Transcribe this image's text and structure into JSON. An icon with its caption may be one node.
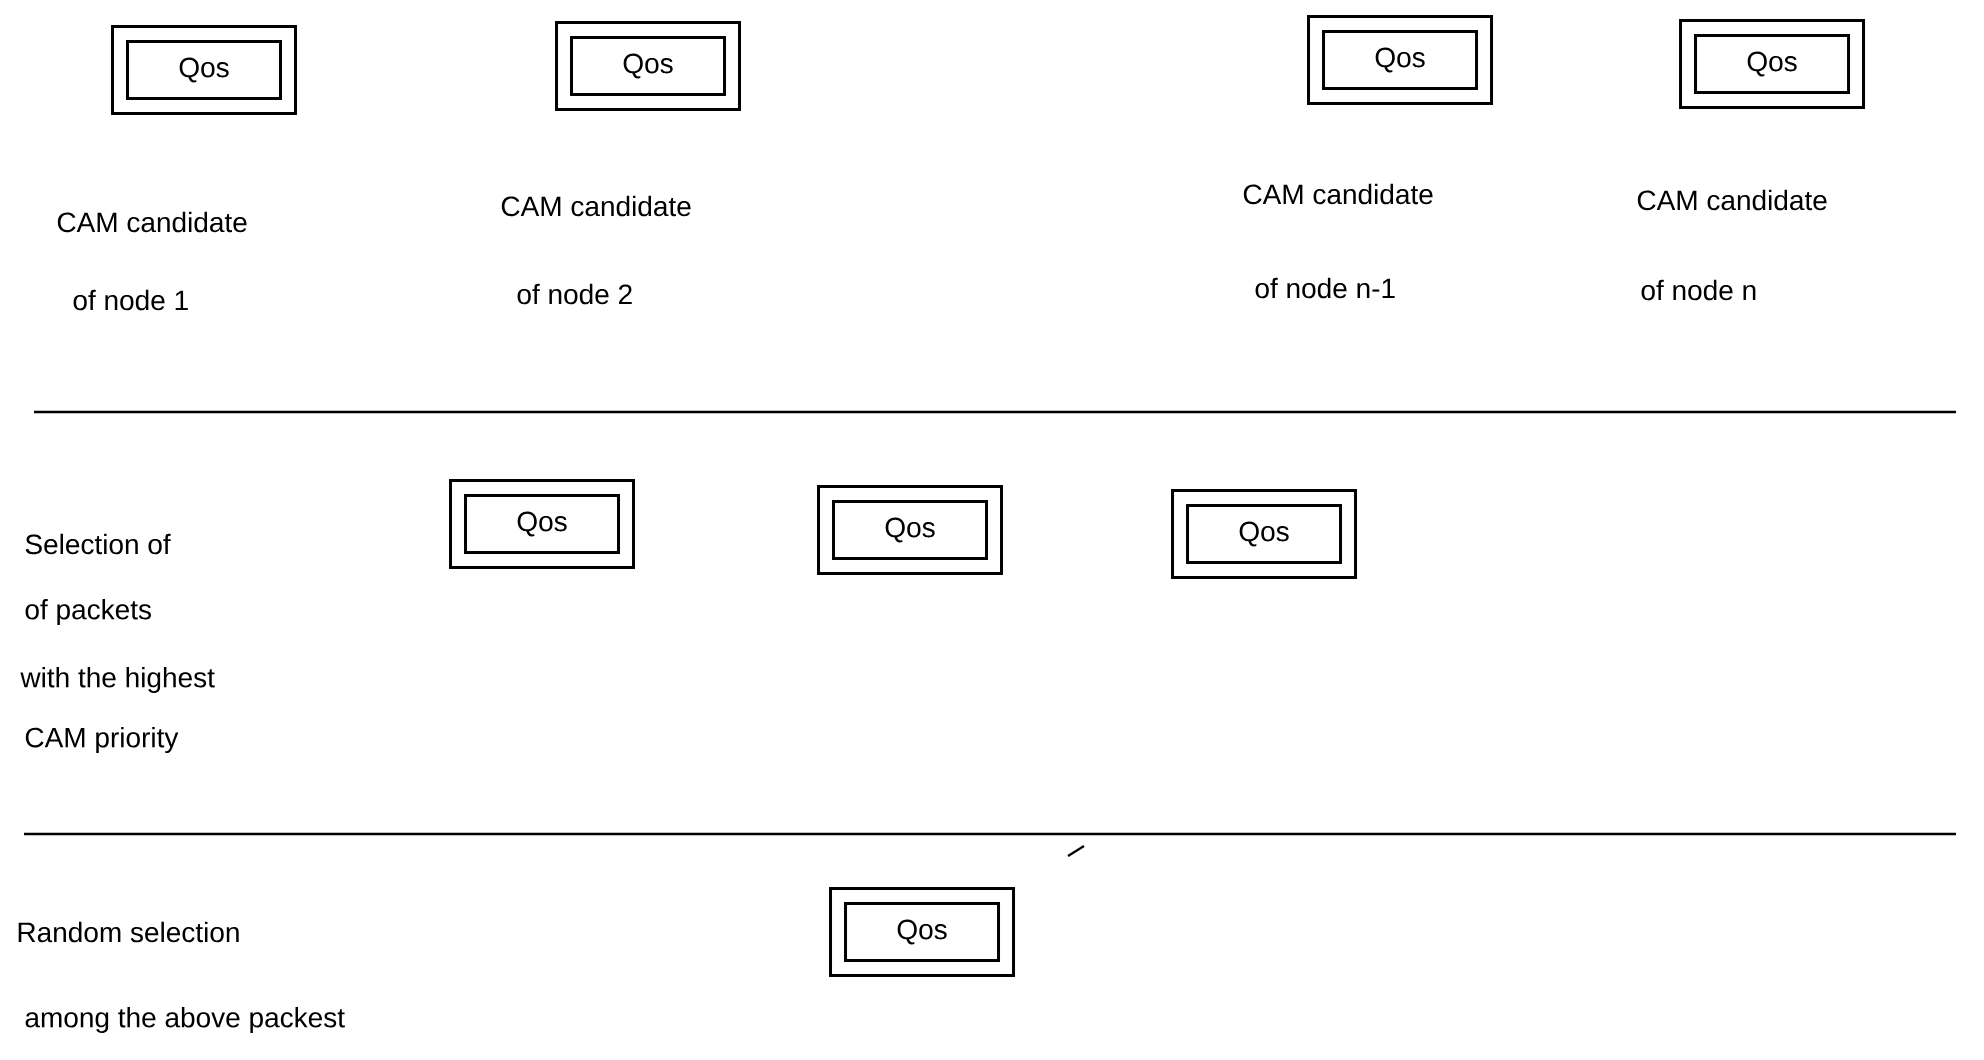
{
  "diagram": {
    "nodes": [
      {
        "text": [
          "Qos"
        ],
        "beside": [
          "CAM candidate",
          "of node 1"
        ]
      },
      {
        "text": [
          "Qos"
        ],
        "beside": [
          "CAM candidate",
          "of node 2"
        ]
      },
      {
        "text": [
          "Qos"
        ],
        "beside": [
          "CAM candidate",
          "of node n-1"
        ]
      },
      {
        "text": [
          "Qos"
        ],
        "beside": [
          "CAM candidate",
          "of node n"
        ]
      },
      {
        "text": [
          "Qos"
        ]
      },
      {
        "text": [
          "Qos"
        ]
      },
      {
        "text": [
          "Qos"
        ]
      },
      {
        "text": [
          "Qos"
        ]
      }
    ],
    "edges": [],
    "labels": [
      "Selection of",
      "of packets",
      "with the highest",
      "CAM priority",
      "Random selection",
      "among the above packest"
    ]
  }
}
